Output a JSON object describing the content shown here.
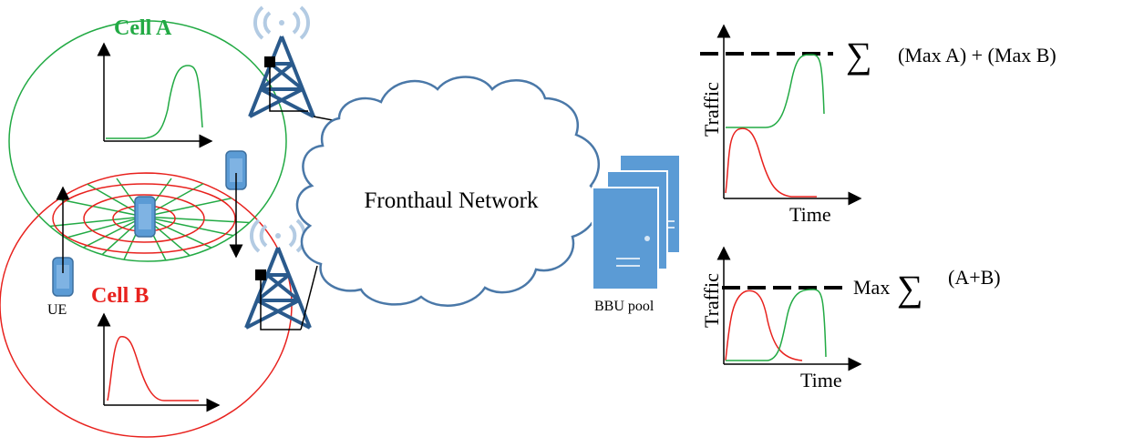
{
  "cells": {
    "cell_a": {
      "label": "Cell A",
      "color": "#22aa44"
    },
    "cell_b": {
      "label": "Cell B",
      "color": "#e8221e"
    }
  },
  "ue_label": "UE",
  "network": {
    "label": "Fronthaul Network"
  },
  "bbu": {
    "label": "BBU pool",
    "color": "#5b9bd5"
  },
  "plot_top": {
    "ylabel": "Traffic",
    "xlabel": "Time",
    "annotation_sum": "∑",
    "annotation_text": "(Max A) + (Max B)"
  },
  "plot_bottom": {
    "ylabel": "Traffic",
    "xlabel": "Time",
    "annotation_max": "Max",
    "annotation_sum": "∑",
    "annotation_text": "(A+B)"
  },
  "colors": {
    "green": "#22aa44",
    "red": "#e8221e",
    "blue_stroke": "#4a78a8",
    "tower": "#2a5a8c"
  }
}
